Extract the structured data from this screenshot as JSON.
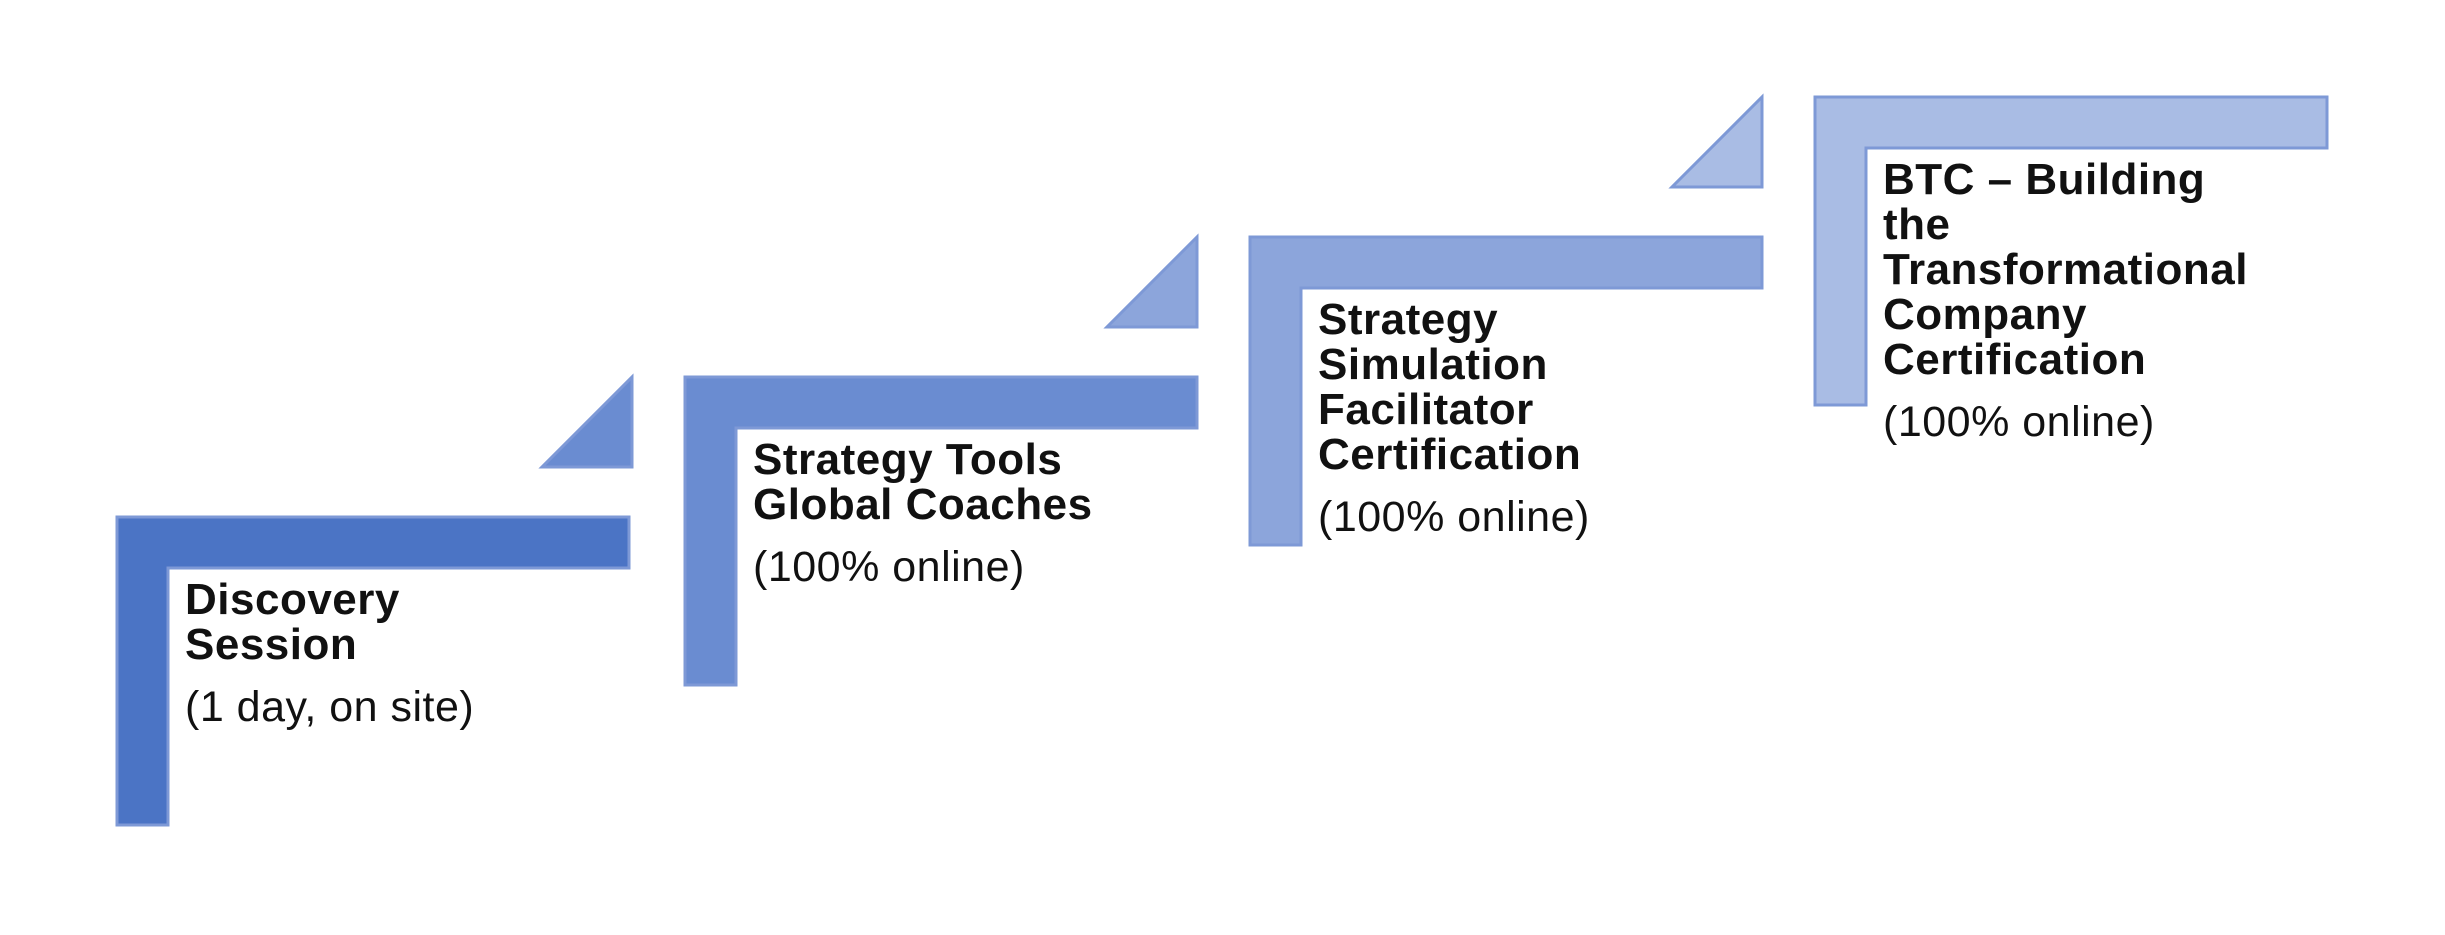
{
  "background": "#ffffff",
  "outline_color": "#7E99D6",
  "text_color": "#111111",
  "diagram_type": "staircase-progression",
  "steps": [
    {
      "id": "discovery-session",
      "title_lines": [
        "Discovery",
        "Session"
      ],
      "subtitle": "(1 day, on site)",
      "color": "#4B74C5",
      "has_triangle": false
    },
    {
      "id": "strategy-tools-global-coaches",
      "title_lines": [
        "Strategy Tools",
        "Global Coaches"
      ],
      "subtitle": "(100% online)",
      "color": "#6A8CD1",
      "has_triangle": true,
      "triangle_icon": "step-up-triangle-icon"
    },
    {
      "id": "strategy-simulation-facilitator",
      "title_lines": [
        "Strategy",
        "Simulation",
        "Facilitator",
        "Certification"
      ],
      "subtitle": "(100% online)",
      "color": "#8CA5DB",
      "has_triangle": true,
      "triangle_icon": "step-up-triangle-icon"
    },
    {
      "id": "btc-building-transformational-company",
      "title_lines": [
        "BTC – Building",
        "the",
        "Transformational",
        "Company",
        "Certification"
      ],
      "subtitle": "(100% online)",
      "color": "#A9BCE4",
      "has_triangle": true,
      "triangle_icon": "step-up-triangle-icon"
    }
  ]
}
